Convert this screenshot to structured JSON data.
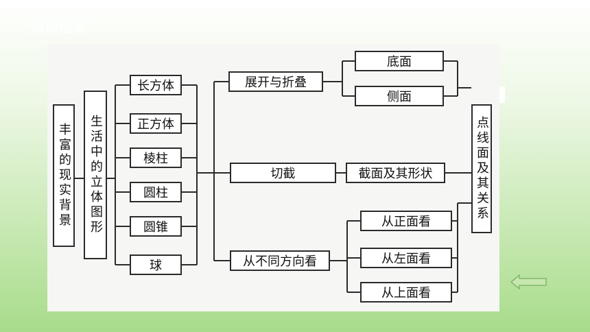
{
  "slide": {
    "title": "知识框架"
  },
  "diagram": {
    "root": "丰富的现实背景",
    "solids_group": "生活中的立体图形",
    "solids": [
      "长方体",
      "正方体",
      "棱柱",
      "圆柱",
      "圆锥",
      "球"
    ],
    "operations": [
      "展开与折叠",
      "切截",
      "从不同方向看"
    ],
    "unfold_children": [
      "底面",
      "侧面"
    ],
    "section_child": "截面及其形状",
    "views": [
      "从正面看",
      "从左面看",
      "从上面看"
    ],
    "result": "点线面及其关系"
  },
  "colors": {
    "line": "#2a2a2a",
    "arrow_fill": "#c8e6b0",
    "arrow_stroke": "#7fb86a"
  }
}
